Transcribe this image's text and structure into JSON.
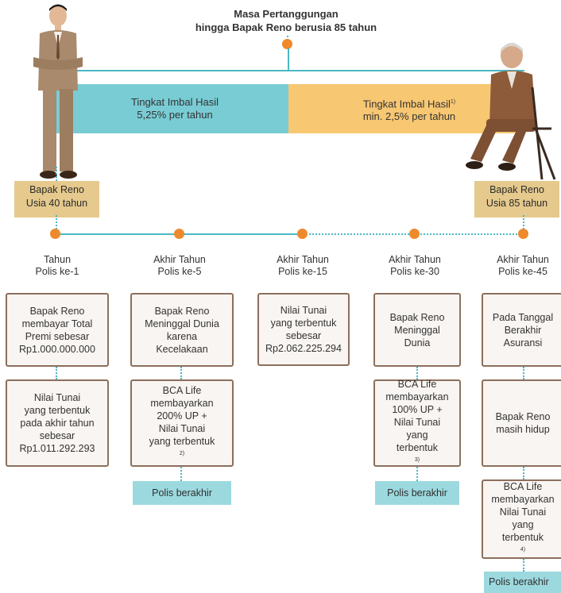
{
  "title": {
    "line1": "Masa Pertanggungan",
    "line2": "hingga Bapak Reno berusia 85 tahun"
  },
  "bands": {
    "left": {
      "line1": "Tingkat Imbal Hasil",
      "line2": "5,25% per tahun",
      "color": "#79ccd4"
    },
    "right": {
      "line1": "Tingkat Imbal Hasil",
      "sup": "1)",
      "line2": "min. 2,5% per tahun",
      "color": "#f7c772"
    }
  },
  "persons": {
    "young": {
      "line1": "Bapak Reno",
      "line2": "Usia 40 tahun"
    },
    "old": {
      "line1": "Bapak Reno",
      "line2": "Usia 85 tahun"
    }
  },
  "columns": [
    {
      "head1": "Tahun",
      "head2": "Polis ke-1",
      "box1": [
        "Bapak Reno",
        "membayar Total",
        "Premi sebesar",
        "Rp1.000.000.000"
      ],
      "box2": [
        "Nilai Tunai",
        "yang terbentuk",
        "pada akhir tahun",
        "sebesar",
        "Rp1.011.292.293"
      ]
    },
    {
      "head1": "Akhir Tahun",
      "head2": "Polis ke-5",
      "box1": [
        "Bapak Reno",
        "Meninggal Dunia",
        "karena",
        "Kecelakaan"
      ],
      "box2": [
        "BCA Life",
        "membayarkan",
        "200% UP +",
        "Nilai Tunai",
        "yang terbentuk"
      ],
      "box2_sup": "2)",
      "tag": "Polis berakhir"
    },
    {
      "head1": "Akhir Tahun",
      "head2": "Polis ke-15",
      "box1": [
        "Nilai Tunai",
        "yang terbentuk",
        "sebesar",
        "Rp2.062.225.294"
      ]
    },
    {
      "head1": "Akhir Tahun",
      "head2": "Polis ke-30",
      "box1": [
        "Bapak Reno",
        "Meninggal",
        "Dunia"
      ],
      "box2": [
        "BCA Life",
        "membayarkan",
        "100% UP +",
        "Nilai Tunai",
        "yang",
        "terbentuk"
      ],
      "box2_sup": "3)",
      "tag": "Polis berakhir"
    },
    {
      "head1": "Akhir Tahun",
      "head2": "Polis ke-45",
      "box1": [
        "Pada Tanggal",
        "Berakhir",
        "Asuransi"
      ],
      "box2": [
        "Bapak Reno",
        "masih hidup"
      ],
      "box3": [
        "BCA Life",
        "membayarkan",
        "Nilai Tunai",
        "yang",
        "terbentuk"
      ],
      "box3_sup": "4)",
      "tag": "Polis berakhir"
    }
  ],
  "colors": {
    "teal": "#4bb8c6",
    "orange_dot": "#ee8a2c",
    "label_gold": "#e5c98d",
    "box_border": "#8c6f5c"
  }
}
